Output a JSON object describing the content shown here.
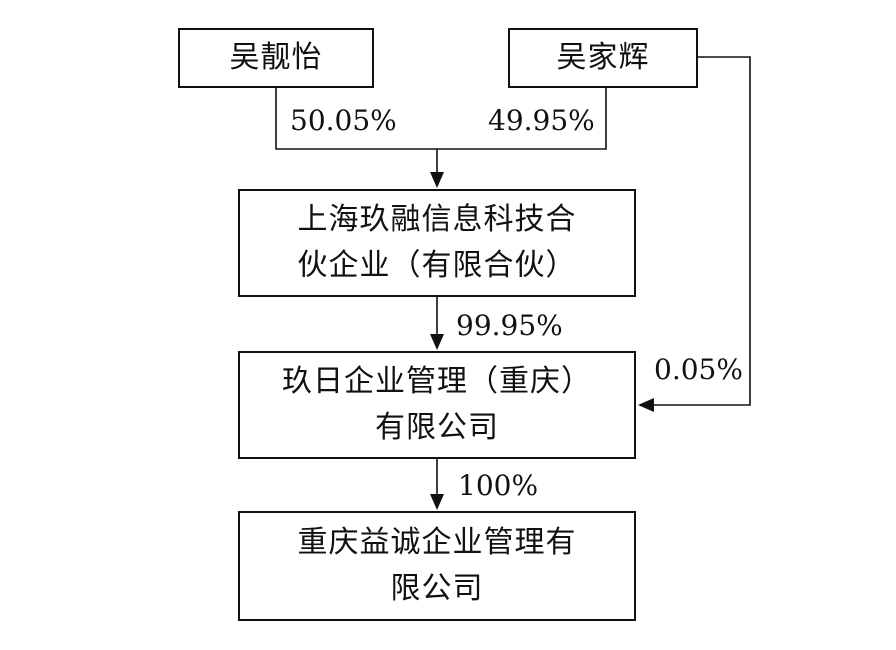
{
  "nodes": {
    "person_a": {
      "label": "吴靓怡"
    },
    "person_b": {
      "label": "吴家辉"
    },
    "partnership": {
      "line1": "上海玖融信息科技合",
      "line2": "伙企业（有限合伙）"
    },
    "middle_co": {
      "line1": "玖日企业管理（重庆）",
      "line2": "有限公司"
    },
    "target_co": {
      "line1": "重庆益诚企业管理有",
      "line2": "限公司"
    }
  },
  "edges": {
    "a_to_partnership": "50.05%",
    "b_to_partnership": "49.95%",
    "partnership_to_middle": "99.95%",
    "b_to_middle": "0.05%",
    "middle_to_target": "100%"
  },
  "colors": {
    "line": "#111111",
    "box_border": "#111111",
    "background": "#ffffff"
  }
}
